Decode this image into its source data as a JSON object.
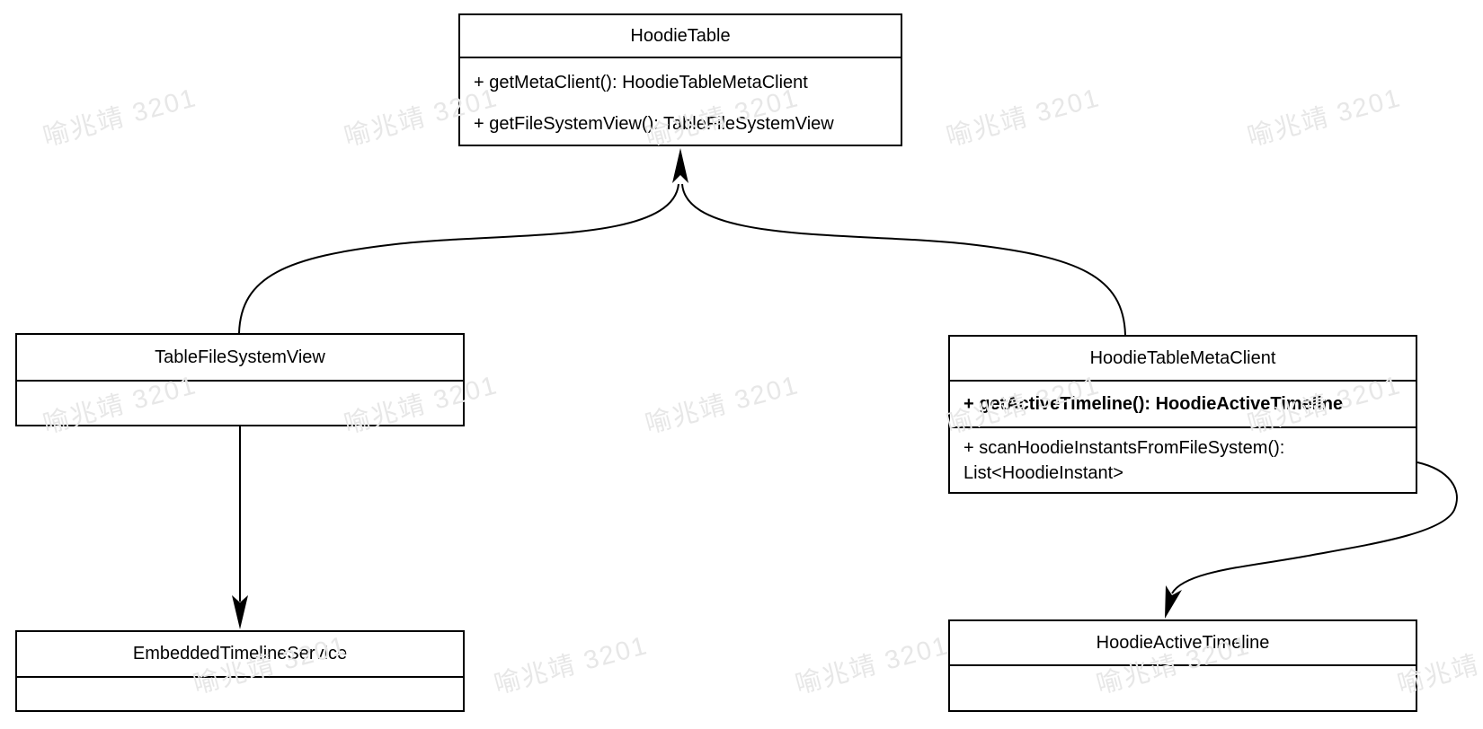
{
  "diagram": {
    "type": "uml-class-diagram",
    "background": "#ffffff",
    "stroke_color": "#000000"
  },
  "classes": [
    {
      "name": "HoodieTable",
      "methods": [
        "+ getMetaClient(): HoodieTableMetaClient",
        "+ getFileSystemView(): TableFileSystemView"
      ]
    },
    {
      "name": "TableFileSystemView",
      "methods": []
    },
    {
      "name": "HoodieTableMetaClient",
      "methods": [
        "+ getActiveTimeline(): HoodieActiveTimeline",
        "+ scanHoodieInstantsFromFileSystem(): List<HoodieInstant>"
      ]
    },
    {
      "name": "EmbeddedTimelineService",
      "methods": []
    },
    {
      "name": "HoodieActiveTimeline",
      "methods": []
    }
  ],
  "edges": [
    {
      "from": "TableFileSystemView",
      "to": "HoodieTable"
    },
    {
      "from": "HoodieTableMetaClient",
      "to": "HoodieTable"
    },
    {
      "from": "TableFileSystemView",
      "to": "EmbeddedTimelineService"
    },
    {
      "from": "HoodieTableMetaClient",
      "to": "HoodieActiveTimeline"
    }
  ],
  "watermark": {
    "text": "喻兆靖 3201",
    "color": "#e7e7e7"
  }
}
